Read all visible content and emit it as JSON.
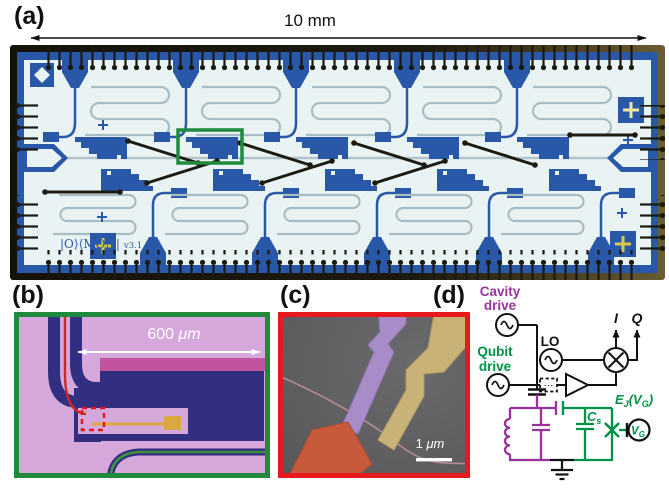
{
  "figure": {
    "panel_a": {
      "label": "(a)",
      "scale": "10 mm",
      "chip_name": "|O⟩⟨MON|",
      "chip_version": "v3.1"
    },
    "panel_b": {
      "label": "(b)",
      "scale_value": "600 ",
      "scale_unit": "μm"
    },
    "panel_c": {
      "label": "(c)",
      "scale_value": "1 ",
      "scale_unit": "μm"
    },
    "panel_d": {
      "label": "(d)",
      "cavity_drive_line1": "Cavity",
      "cavity_drive_line2": "drive",
      "qubit_drive_line1": "Qubit",
      "qubit_drive_line2": "drive",
      "lo": "LO",
      "i_out": "I",
      "q_out": "Q",
      "coupler_dots": "⋯",
      "cs": {
        "sym": "C",
        "sub": "s"
      },
      "ej": {
        "sym": "E",
        "sub": "J",
        "open": "(V",
        "vsub": "G",
        "close": ")"
      },
      "vg": {
        "sym": "V",
        "sub": "G"
      }
    },
    "colors": {
      "chip_metal_blue": "#2a58a8",
      "resonator_purple": "#993399",
      "qubit_green": "#009245",
      "highlight_green": "#1f8a3c",
      "highlight_red": "#e8191d"
    }
  }
}
